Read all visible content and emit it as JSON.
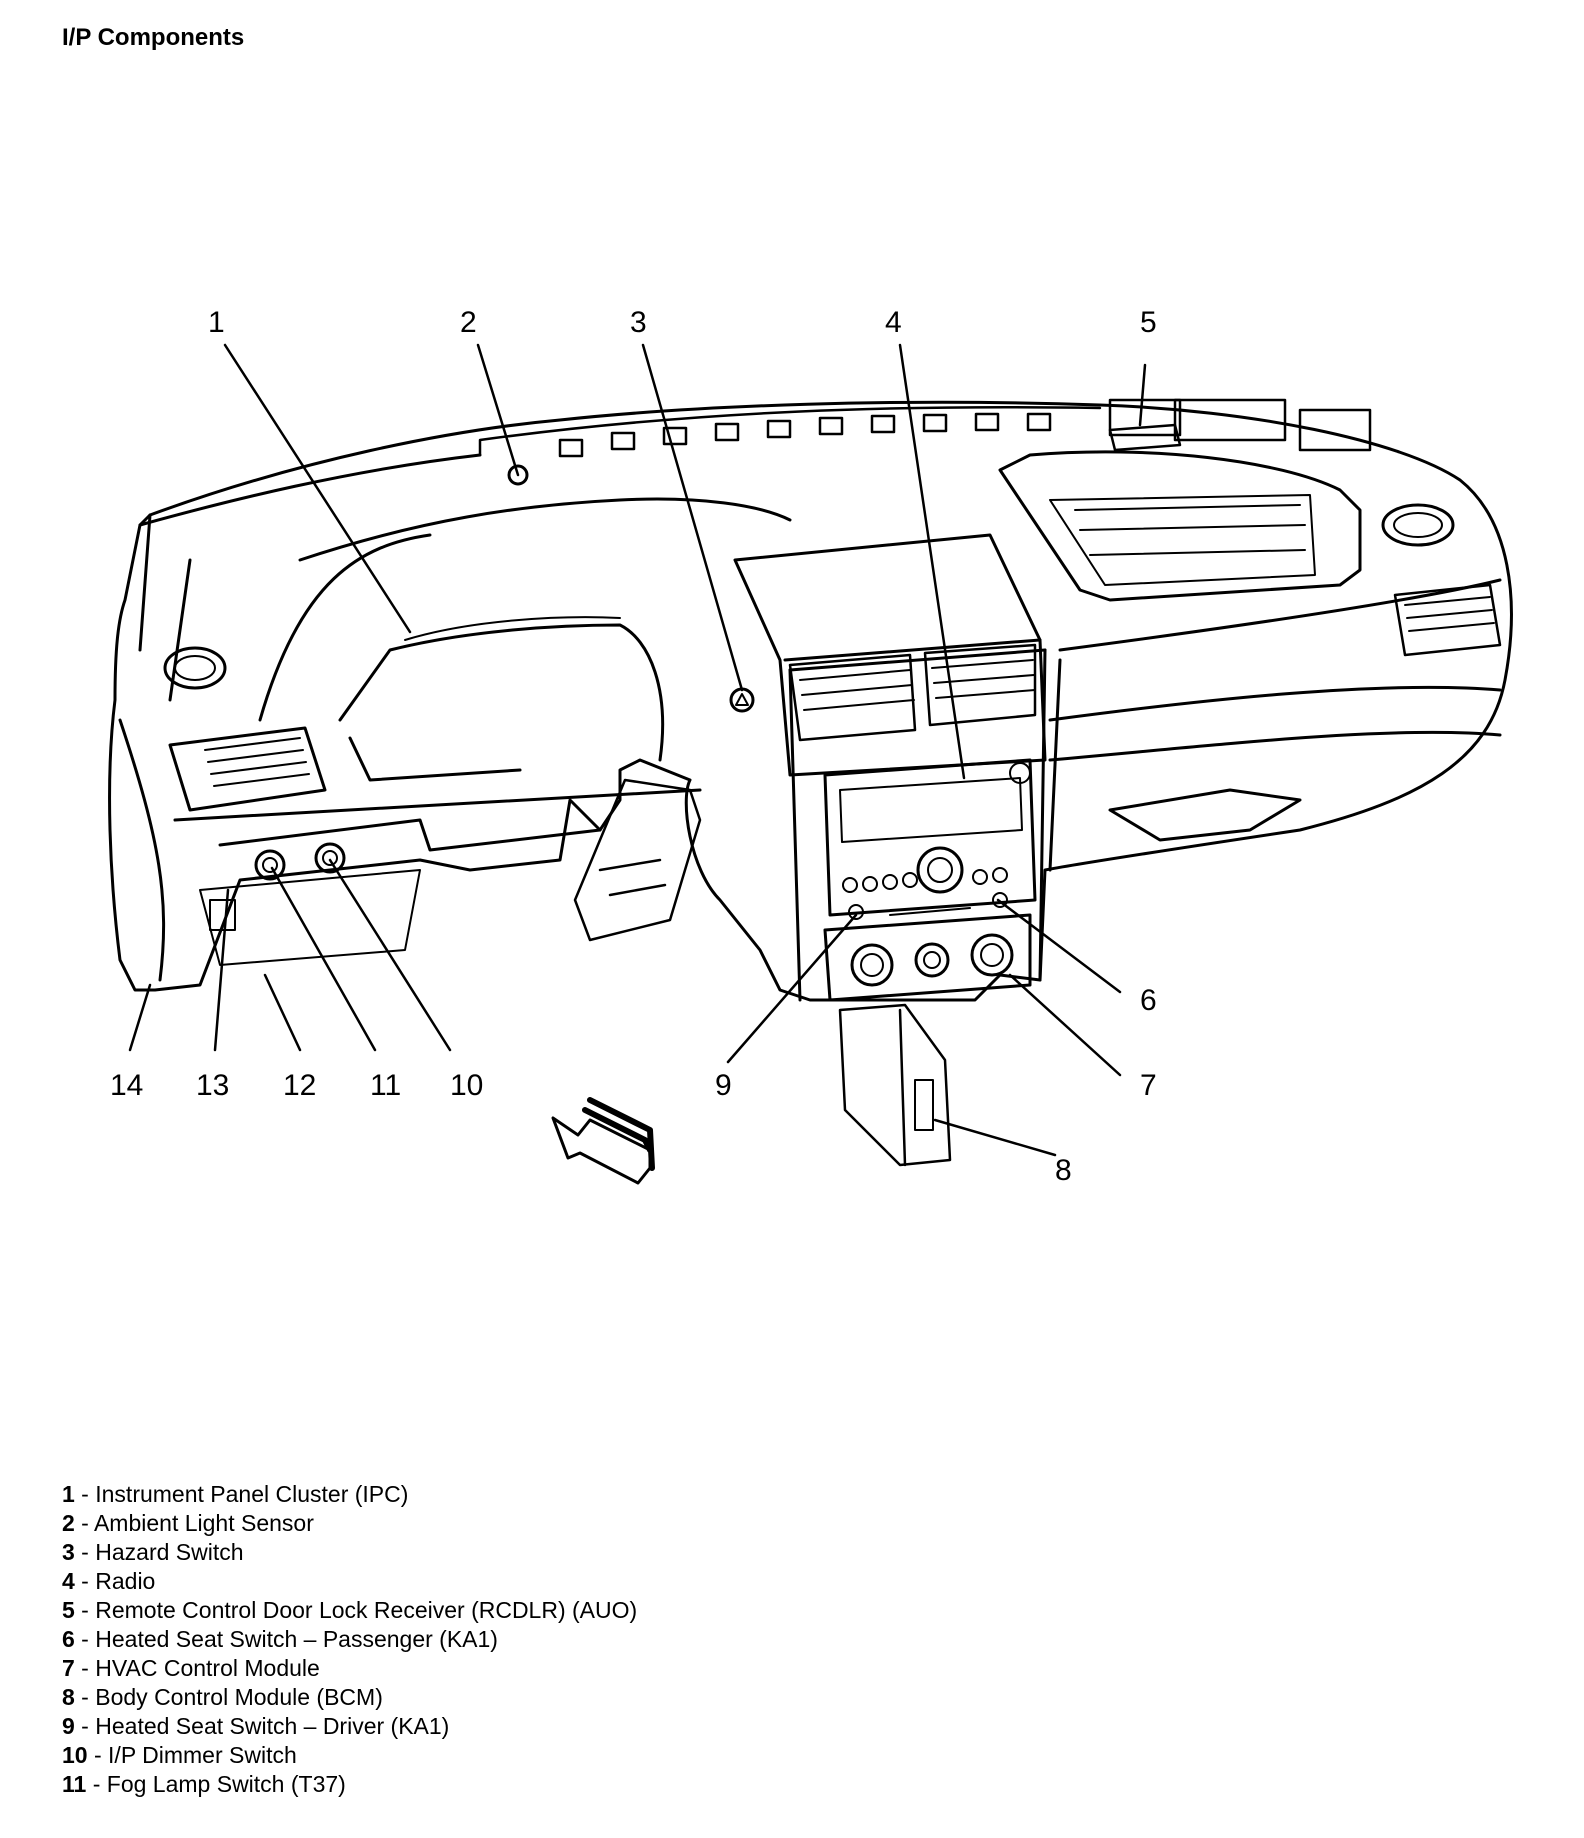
{
  "title": "I/P Components",
  "callouts": [
    {
      "label": "1"
    },
    {
      "label": "2"
    },
    {
      "label": "3"
    },
    {
      "label": "4"
    },
    {
      "label": "5"
    },
    {
      "label": "6"
    },
    {
      "label": "7"
    },
    {
      "label": "8"
    },
    {
      "label": "9"
    },
    {
      "label": "10"
    },
    {
      "label": "11"
    },
    {
      "label": "12"
    },
    {
      "label": "13"
    },
    {
      "label": "14"
    }
  ],
  "legend": [
    {
      "num": "1",
      "sep": " - ",
      "text": "Instrument Panel Cluster (IPC)"
    },
    {
      "num": "2",
      "sep": " - ",
      "text": "Ambient Light Sensor"
    },
    {
      "num": "3",
      "sep": " - ",
      "text": "Hazard Switch"
    },
    {
      "num": "4",
      "sep": " - ",
      "text": "Radio"
    },
    {
      "num": "5",
      "sep": " - ",
      "text": "Remote Control Door Lock Receiver (RCDLR) (AUO)"
    },
    {
      "num": "6",
      "sep": " - ",
      "text": "Heated Seat Switch – Passenger (KA1)"
    },
    {
      "num": "7",
      "sep": " - ",
      "text": "HVAC Control Module"
    },
    {
      "num": "8",
      "sep": " - ",
      "text": "Body Control Module (BCM)"
    },
    {
      "num": "9",
      "sep": " - ",
      "text": "Heated Seat Switch – Driver (KA1)"
    },
    {
      "num": "10",
      "sep": " - ",
      "text": "I/P Dimmer Switch"
    },
    {
      "num": "11",
      "sep": " - ",
      "text": "Fog Lamp Switch (T37)"
    }
  ]
}
